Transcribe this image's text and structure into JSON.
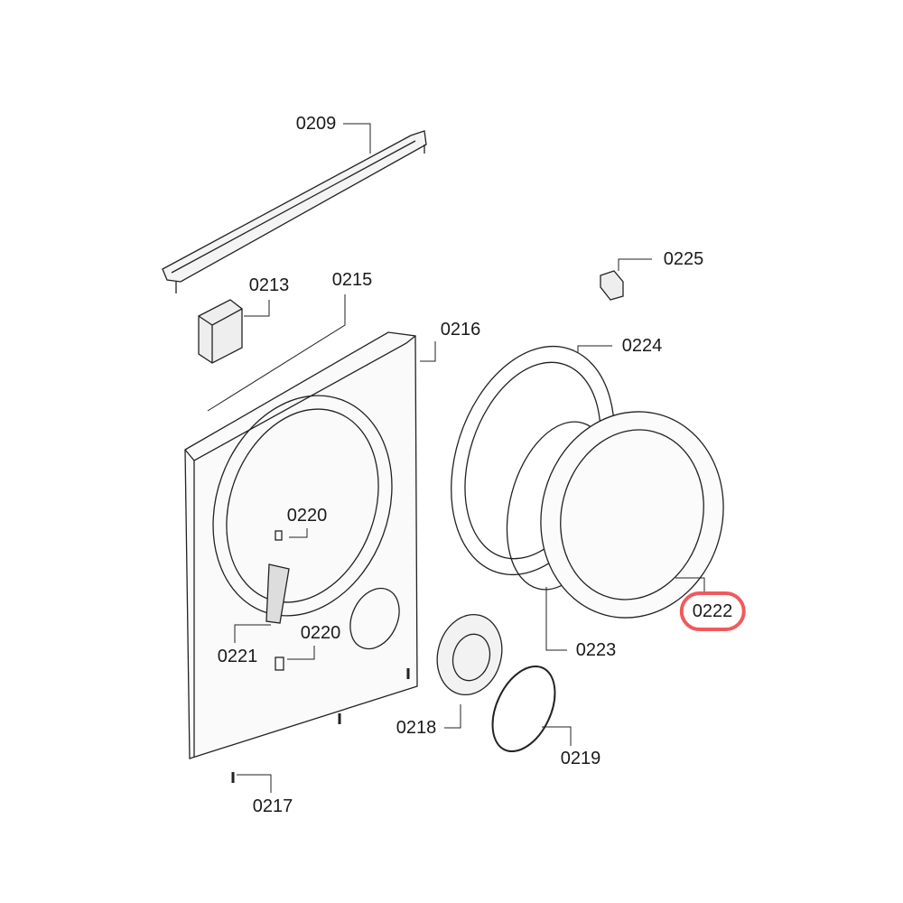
{
  "diagram": {
    "highlight_color": "#f05a5f",
    "highlighted_part": "0222",
    "parts": [
      {
        "id": "p0209",
        "label": "0209"
      },
      {
        "id": "p0213",
        "label": "0213"
      },
      {
        "id": "p0215",
        "label": "0215"
      },
      {
        "id": "p0216",
        "label": "0216"
      },
      {
        "id": "p0225",
        "label": "0225"
      },
      {
        "id": "p0224",
        "label": "0224"
      },
      {
        "id": "p0220a",
        "label": "0220"
      },
      {
        "id": "p0220b",
        "label": "0220"
      },
      {
        "id": "p0221",
        "label": "0221"
      },
      {
        "id": "p0222",
        "label": "0222"
      },
      {
        "id": "p0223",
        "label": "0223"
      },
      {
        "id": "p0218",
        "label": "0218"
      },
      {
        "id": "p0219",
        "label": "0219"
      },
      {
        "id": "p0217",
        "label": "0217"
      }
    ]
  }
}
